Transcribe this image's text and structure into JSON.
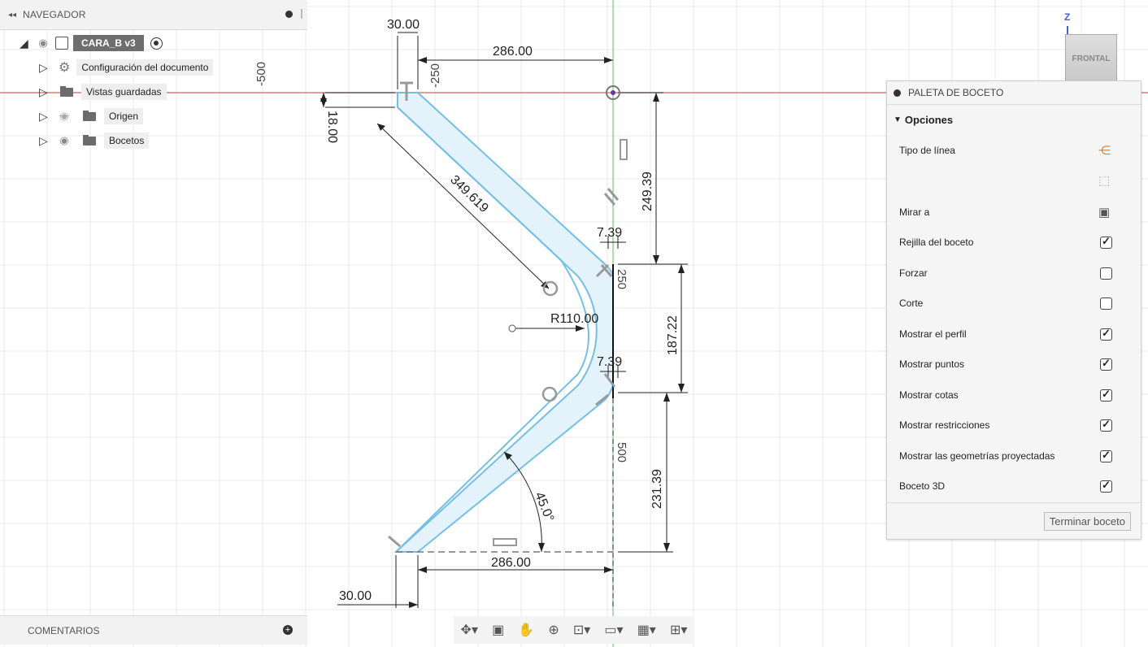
{
  "navigator": {
    "title": "NAVEGADOR",
    "component": "CARA_B v3",
    "items": [
      {
        "label": "Configuración del documento"
      },
      {
        "label": "Vistas guardadas"
      },
      {
        "label": "Origen"
      },
      {
        "label": "Bocetos"
      }
    ]
  },
  "comments": {
    "title": "COMENTARIOS"
  },
  "palette": {
    "title": "PALETA DE BOCETO",
    "section": "Opciones",
    "options": [
      {
        "label": "Tipo de línea",
        "control": "icon",
        "icon": "linetype-icon"
      },
      {
        "label": "",
        "control": "icon",
        "icon": "construction-icon"
      },
      {
        "label": "Mirar a",
        "control": "icon",
        "icon": "look-at-icon"
      },
      {
        "label": "Rejilla del boceto",
        "control": "checkbox",
        "checked": true
      },
      {
        "label": "Forzar",
        "control": "checkbox",
        "checked": false
      },
      {
        "label": "Corte",
        "control": "checkbox",
        "checked": false
      },
      {
        "label": "Mostrar el perfil",
        "control": "checkbox",
        "checked": true
      },
      {
        "label": "Mostrar puntos",
        "control": "checkbox",
        "checked": true
      },
      {
        "label": "Mostrar cotas",
        "control": "checkbox",
        "checked": true
      },
      {
        "label": "Mostrar restricciones",
        "control": "checkbox",
        "checked": true
      },
      {
        "label": "Mostrar las geometrías proyectadas",
        "control": "checkbox",
        "checked": true
      },
      {
        "label": "Boceto 3D",
        "control": "checkbox",
        "checked": true
      }
    ],
    "finish": "Terminar boceto"
  },
  "viewcube": {
    "face": "FRONTAL",
    "axis": "Z"
  },
  "sketch": {
    "dimensions": {
      "top_width": "30.00",
      "top_offset": "286.00",
      "thickness": "18.00",
      "diag_length": "349.619",
      "vertical_upper": "249.39",
      "gap_upper": "7.39",
      "radius": "R110.00",
      "vertical_mid": "187.22",
      "gap_lower": "7.39",
      "angle": "45.0°",
      "vertical_lower": "231.39",
      "bottom_offset": "286.00",
      "bottom_width": "30.00"
    },
    "axis_ticks": {
      "x_neg500": "-500",
      "x_neg250": "-250",
      "y_250": "250",
      "y_500": "500"
    }
  },
  "colors": {
    "profile_fill": "#e3f2fb",
    "profile_stroke": "#74bfe6",
    "x_axis": "#e35a5a",
    "y_axis": "#4caf50",
    "grid": "#e6e6e6"
  }
}
